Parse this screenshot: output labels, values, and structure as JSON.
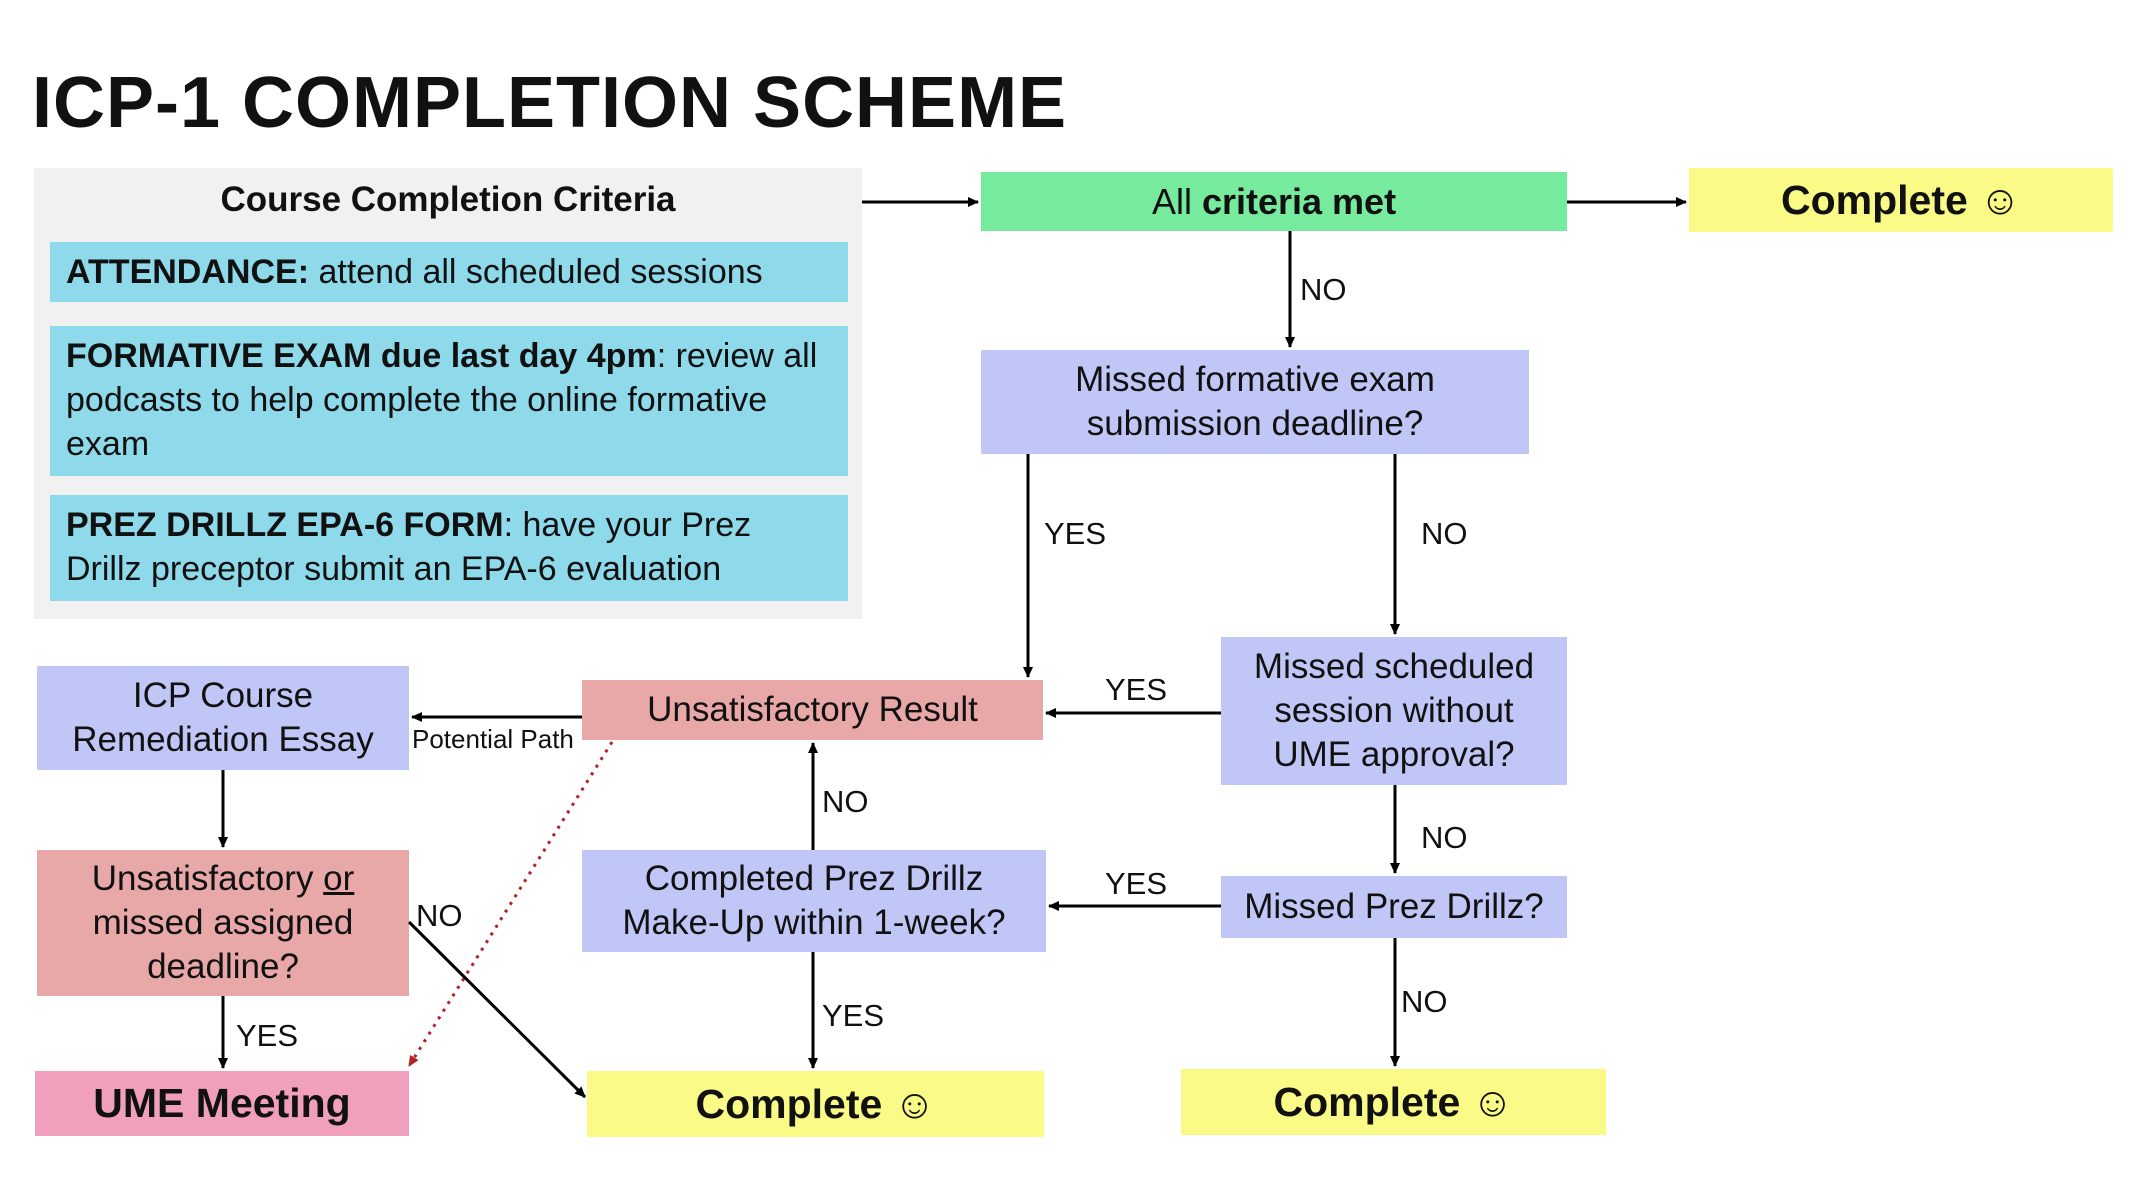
{
  "title": "ICP-1 COMPLETION SCHEME",
  "criteria": {
    "heading": "Course Completion Criteria",
    "attendance": {
      "bold": "ATTENDANCE:",
      "text": " attend all scheduled sessions"
    },
    "formative": {
      "bold": "FORMATIVE EXAM due last day 4pm",
      "text": ": review all podcasts to help complete the online formative exam"
    },
    "prez": {
      "bold": "PREZ DRILLZ EPA-6 FORM",
      "text": ": have your Prez Drillz preceptor submit an EPA-6 evaluation"
    }
  },
  "nodes": {
    "all_met_prefix": "All ",
    "all_met_bold": "criteria met",
    "complete_top": "Complete ☺",
    "missed_formative": "Missed formative exam submission deadline?",
    "missed_session": "Missed scheduled session without UME approval?",
    "unsatisfactory_result": "Unsatisfactory Result",
    "missed_prez": "Missed Prez Drillz?",
    "makeup": "Completed Prez Drillz Make-Up within 1-week?",
    "remediation": "ICP Course Remediation Essay",
    "unsat_deadline_1": "Unsatisfactory ",
    "unsat_deadline_or": "or",
    "unsat_deadline_2": " missed assigned deadline?",
    "ume_meeting": "UME Meeting",
    "complete_mid": "Complete ☺",
    "complete_right": "Complete ☺"
  },
  "labels": {
    "no_1": "NO",
    "yes_1": "YES",
    "no_2": "NO",
    "yes_2": "YES",
    "potential_path": "Potential Path",
    "no_3": "NO",
    "no_4": "NO",
    "yes_3": "YES",
    "no_5": "NO",
    "no_6": "NO",
    "yes_4": "YES",
    "yes_5": "YES"
  },
  "colors": {
    "criteria_bg": "#f1f1f1",
    "criteria_item": "#8ed9ea",
    "green": "#76eb9e",
    "yellow": "#fafb87",
    "lavender": "#c0c7f7",
    "red": "#e9a8a8",
    "pink": "#f0a0bd",
    "dotted_arrow": "#b22222"
  }
}
